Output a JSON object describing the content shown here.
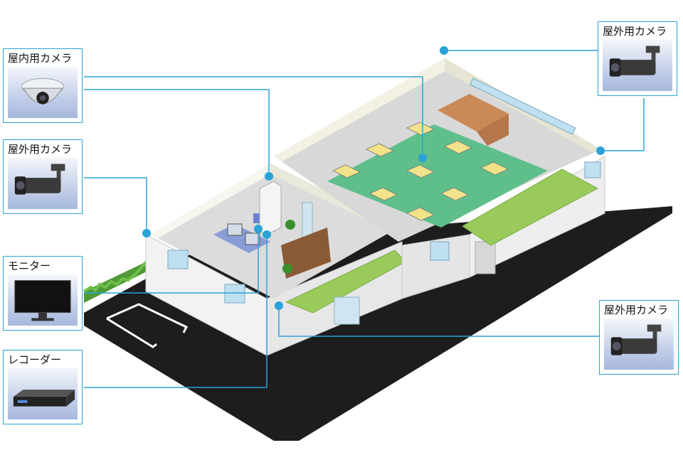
{
  "cards": {
    "indoor_camera": {
      "label": "屋内用カメラ",
      "icon": "dome-camera-icon"
    },
    "outdoor_camera_left": {
      "label": "屋外用カメラ",
      "icon": "bullet-camera-icon"
    },
    "monitor": {
      "label": "モニター",
      "icon": "monitor-icon"
    },
    "recorder": {
      "label": "レコーダー",
      "icon": "recorder-icon"
    },
    "outdoor_camera_top_right": {
      "label": "屋外用カメラ",
      "icon": "bullet-camera-icon"
    },
    "outdoor_camera_bottom_right": {
      "label": "屋外用カメラ",
      "icon": "bullet-camera-icon"
    }
  },
  "colors": {
    "connector": "#2ba3d8",
    "floor_green": "#5fbf8b",
    "awning": "#9acb5a",
    "road": "#1a1a1a"
  }
}
